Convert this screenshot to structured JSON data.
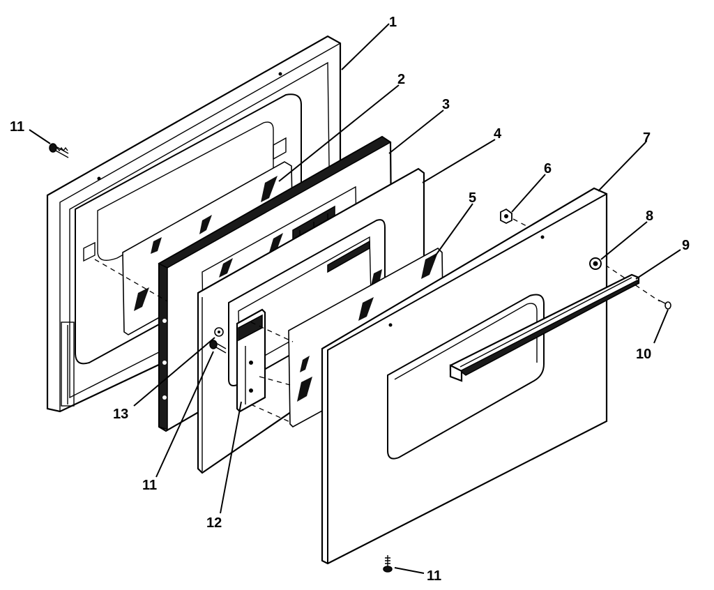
{
  "diagram": {
    "part_labels": [
      {
        "id": "p1",
        "text": "1"
      },
      {
        "id": "p2",
        "text": "2"
      },
      {
        "id": "p3",
        "text": "3"
      },
      {
        "id": "p4",
        "text": "4"
      },
      {
        "id": "p5",
        "text": "5"
      },
      {
        "id": "p6",
        "text": "6"
      },
      {
        "id": "p7",
        "text": "7"
      },
      {
        "id": "p8",
        "text": "8"
      },
      {
        "id": "p9",
        "text": "9"
      },
      {
        "id": "p10",
        "text": "10"
      },
      {
        "id": "p11a",
        "text": "11"
      },
      {
        "id": "p11b",
        "text": "11"
      },
      {
        "id": "p11c",
        "text": "11"
      },
      {
        "id": "p12",
        "text": "12"
      },
      {
        "id": "p13",
        "text": "13"
      }
    ]
  }
}
